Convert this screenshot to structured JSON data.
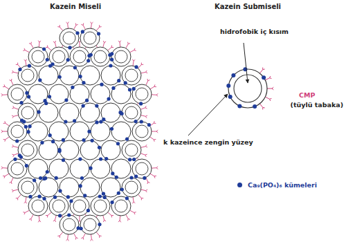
{
  "diagram": {
    "labels": [
      "Kazein Miseli",
      "Kazein Submiseli",
      "hidrofobik iç kısım",
      "CMP",
      "(tüylü tabaka)",
      "k kazeince zengin yüzey"
    ],
    "legend": [
      {
        "text": "Ca₉(PO₄)₆ kümeleri",
        "color": "#1f3c99"
      }
    ]
  }
}
